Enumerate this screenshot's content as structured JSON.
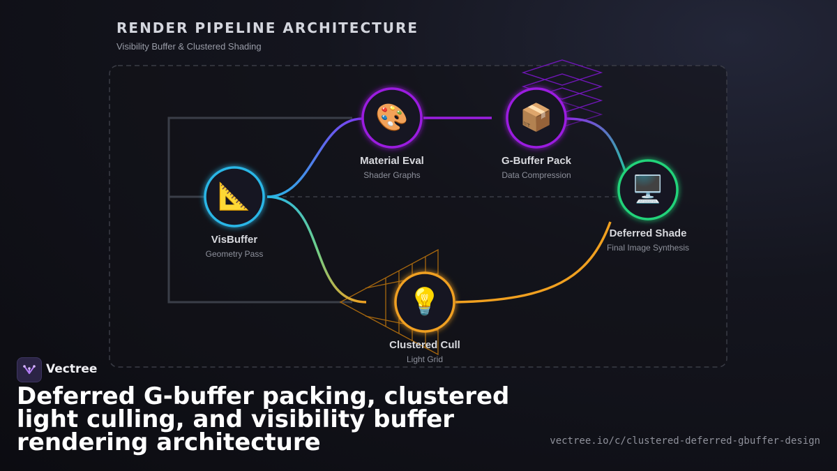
{
  "header": {
    "title": "RENDER PIPELINE ARCHITECTURE",
    "subtitle": "Visibility Buffer & Clustered Shading"
  },
  "nodes": {
    "visbuffer": {
      "title": "VisBuffer",
      "subtitle": "Geometry Pass",
      "icon": "triangle-ruler-icon",
      "color": "#29b6e6"
    },
    "material": {
      "title": "Material Eval",
      "subtitle": "Shader Graphs",
      "icon": "palette-icon",
      "color": "#9b1fe0"
    },
    "gbuffer": {
      "title": "G-Buffer Pack",
      "subtitle": "Data Compression",
      "icon": "package-icon",
      "color": "#9b1fe0"
    },
    "deferred": {
      "title": "Deferred Shade",
      "subtitle": "Final Image Synthesis",
      "icon": "desktop-computer-icon",
      "color": "#22d37a"
    },
    "clustered": {
      "title": "Clustered Cull",
      "subtitle": "Light Grid",
      "icon": "light-bulb-icon",
      "color": "#f0a020"
    }
  },
  "brand": {
    "name": "Vectree",
    "logo_color": "#b37cf5"
  },
  "footer": {
    "headline": "Deferred G-buffer packing, clustered light culling, and visibility buffer rendering architecture",
    "url": "vectree.io/c/clustered-deferred-gbuffer-design"
  }
}
